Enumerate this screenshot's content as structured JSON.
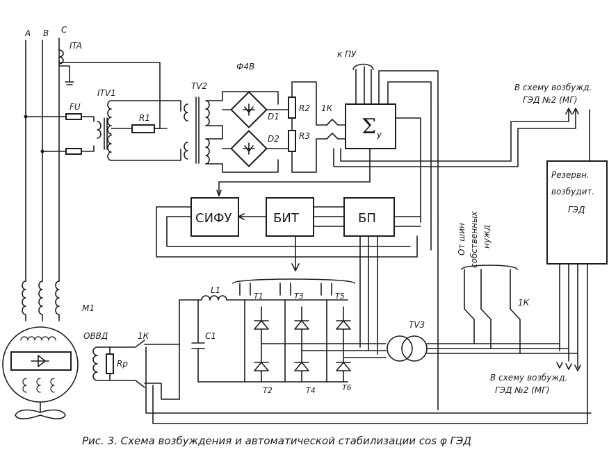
{
  "phases": [
    "A",
    "B",
    "C"
  ],
  "labels": {
    "ita": "ITA",
    "itv1": "ITV1",
    "fu": "FU",
    "r1": "R1",
    "tv2": "TV2",
    "f4v": "Ф4В",
    "d1": "D1",
    "d2": "D2",
    "r2": "R2",
    "r3": "R3",
    "k_top": "1К",
    "k_pu": "к ПУ",
    "m1": "M1",
    "ovvd": "ОВВД",
    "k_ovvd": "1К",
    "rp": "Rр",
    "l1": "L1",
    "c1": "C1",
    "t1": "Т1",
    "t3": "Т3",
    "t5": "Т5",
    "t2": "Т2",
    "t4": "Т4",
    "t6": "Т6",
    "tv3": "ТV3",
    "k_right": "1К"
  },
  "blocks": {
    "sum": "Σ",
    "sum_sub": "у",
    "sifu": "СИФУ",
    "bit": "БИТ",
    "bp": "БП",
    "reserve_line1": "Резервн.",
    "reserve_line2": "возбудит.",
    "reserve_line3": "ГЭД"
  },
  "notes": {
    "top_right_line1": "В схему возбужд.",
    "top_right_line2": "ГЭД №2 (МГ)",
    "bottom_right_line1": "В схему возбужд.",
    "bottom_right_line2": "ГЭД №2 (МГ)",
    "own_needs_line1": "От шин",
    "own_needs_line2": "собственных",
    "own_needs_line3": "нужд"
  },
  "caption": "Рис. 3. Схема возбуждения и автоматической стабилизации cos φ ГЭД"
}
